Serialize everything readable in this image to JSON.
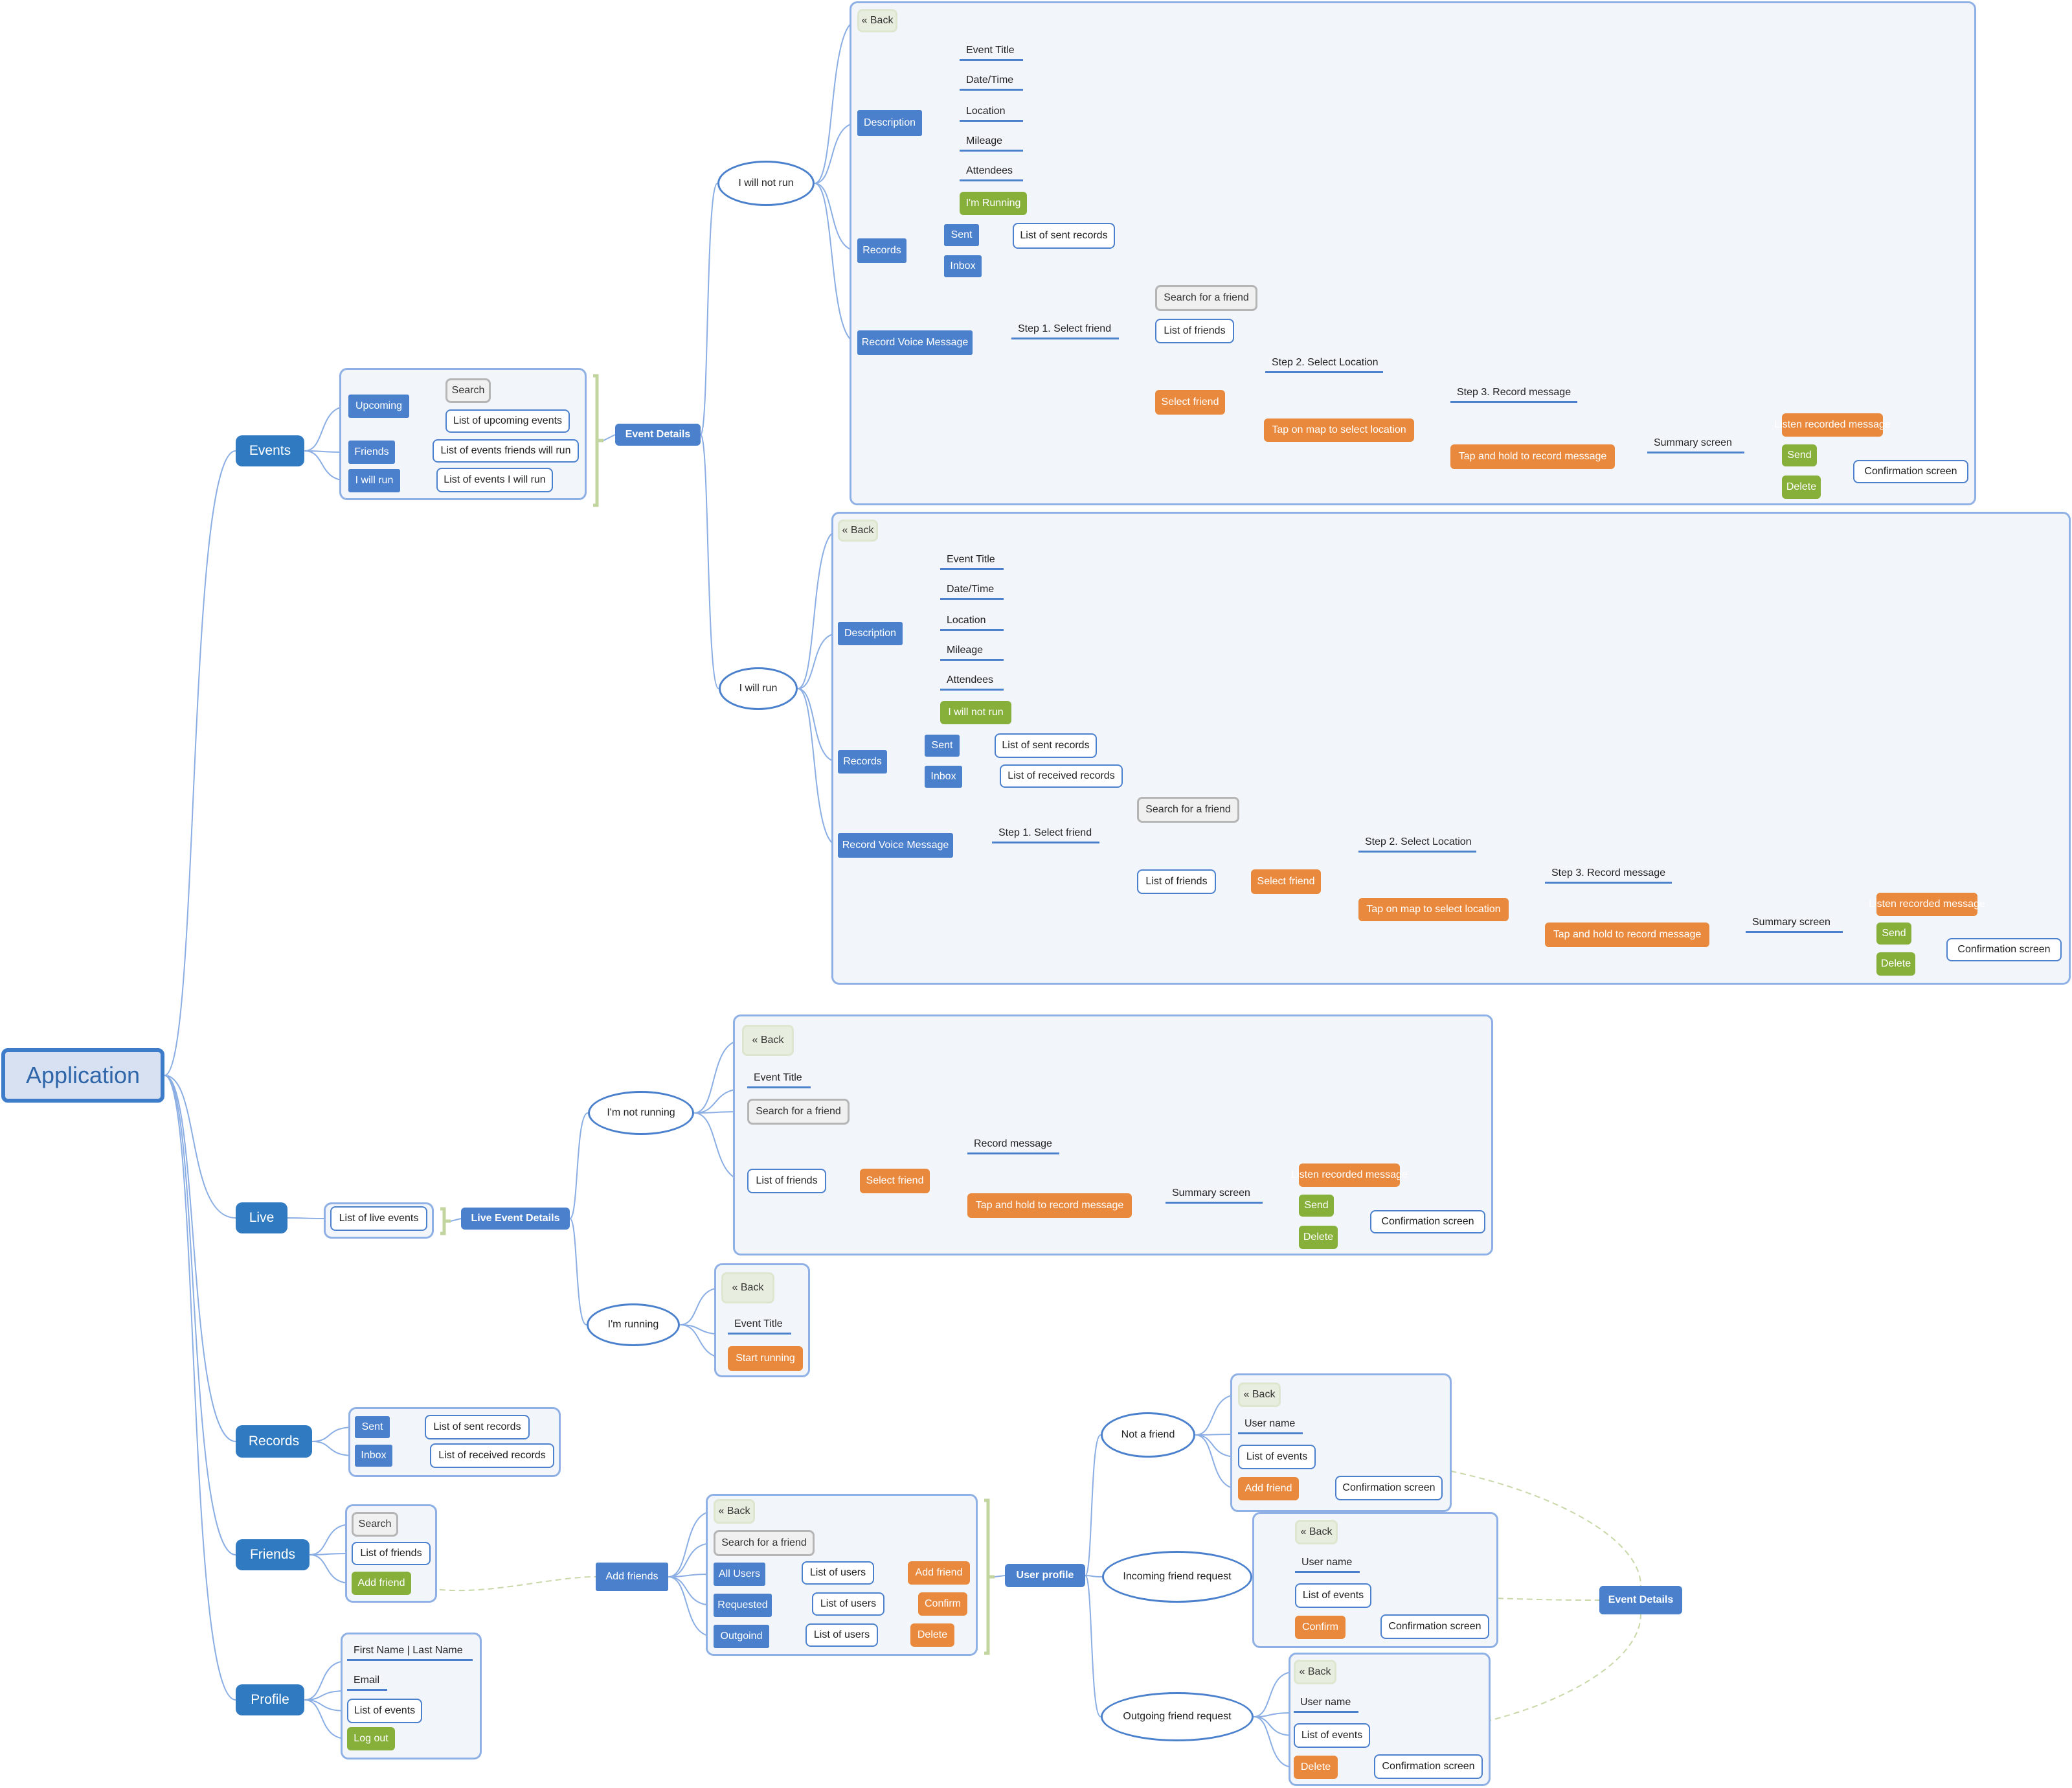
{
  "map": {
    "root": "Application",
    "events": "Events",
    "upcoming": "Upcoming",
    "search": "Search",
    "list_upcoming": "List of upcoming events",
    "friends_tab": "Friends",
    "list_friends_run": "List of events friends will run",
    "i_will_run_tab": "I will run",
    "list_i_will_run": "List of events I will run",
    "event_details": "Event Details",
    "i_will_not_run": "I will not run",
    "i_will_run": "I will run",
    "back": "« Back",
    "description": "Description",
    "event_title": "Event Title",
    "date_time": "Date/Time",
    "location": "Location",
    "mileage": "Mileage",
    "attendees": "Attendees",
    "im_running_btn": "I'm Running",
    "i_will_not_run_btn": "I will not run",
    "records": "Records",
    "sent": "Sent",
    "inbox": "Inbox",
    "list_sent": "List of sent records",
    "list_received": "List of received records",
    "record_voice": "Record Voice Message",
    "step1": "Step 1. Select friend",
    "search_friend": "Search for a friend",
    "list_of_friends": "List of friends",
    "select_friend": "Select friend",
    "step2": "Step 2. Select Location",
    "tap_map": "Tap on map to select location",
    "step3": "Step 3. Record message",
    "tap_hold": "Tap and hold to record message",
    "summary": "Summary screen",
    "listen": "Listen recorded message",
    "send": "Send",
    "delete": "Delete",
    "confirmation": "Confirmation screen",
    "live": "Live",
    "list_live": "List of live events",
    "live_event_details": "Live Event Details",
    "im_not_running": "I'm not running",
    "im_running": "I'm running",
    "record_message": "Record message",
    "start_running": "Start running",
    "records_main": "Records",
    "friends_main": "Friends",
    "add_friend": "Add friend",
    "add_friends": "Add friends",
    "all_users": "All Users",
    "requested": "Requested",
    "outgoind": "Outgoind",
    "list_users": "List of users",
    "confirm": "Confirm",
    "user_profile": "User profile",
    "not_a_friend": "Not a friend",
    "incoming": "Incoming friend request",
    "outgoing": "Outgoing friend request",
    "user_name": "User name",
    "list_events": "List of events",
    "profile": "Profile",
    "first_last": "First Name | Last Name",
    "email": "Email",
    "log_out": "Log out"
  },
  "colors": {
    "main_node": "#2f7ac0",
    "sub_node": "#4a80cc",
    "orange_action": "#e9893e",
    "green_action": "#87b03a",
    "panel_fill": "#f2f5fa",
    "panel_border": "#8fb0e4",
    "connector": "#8aaee4"
  }
}
